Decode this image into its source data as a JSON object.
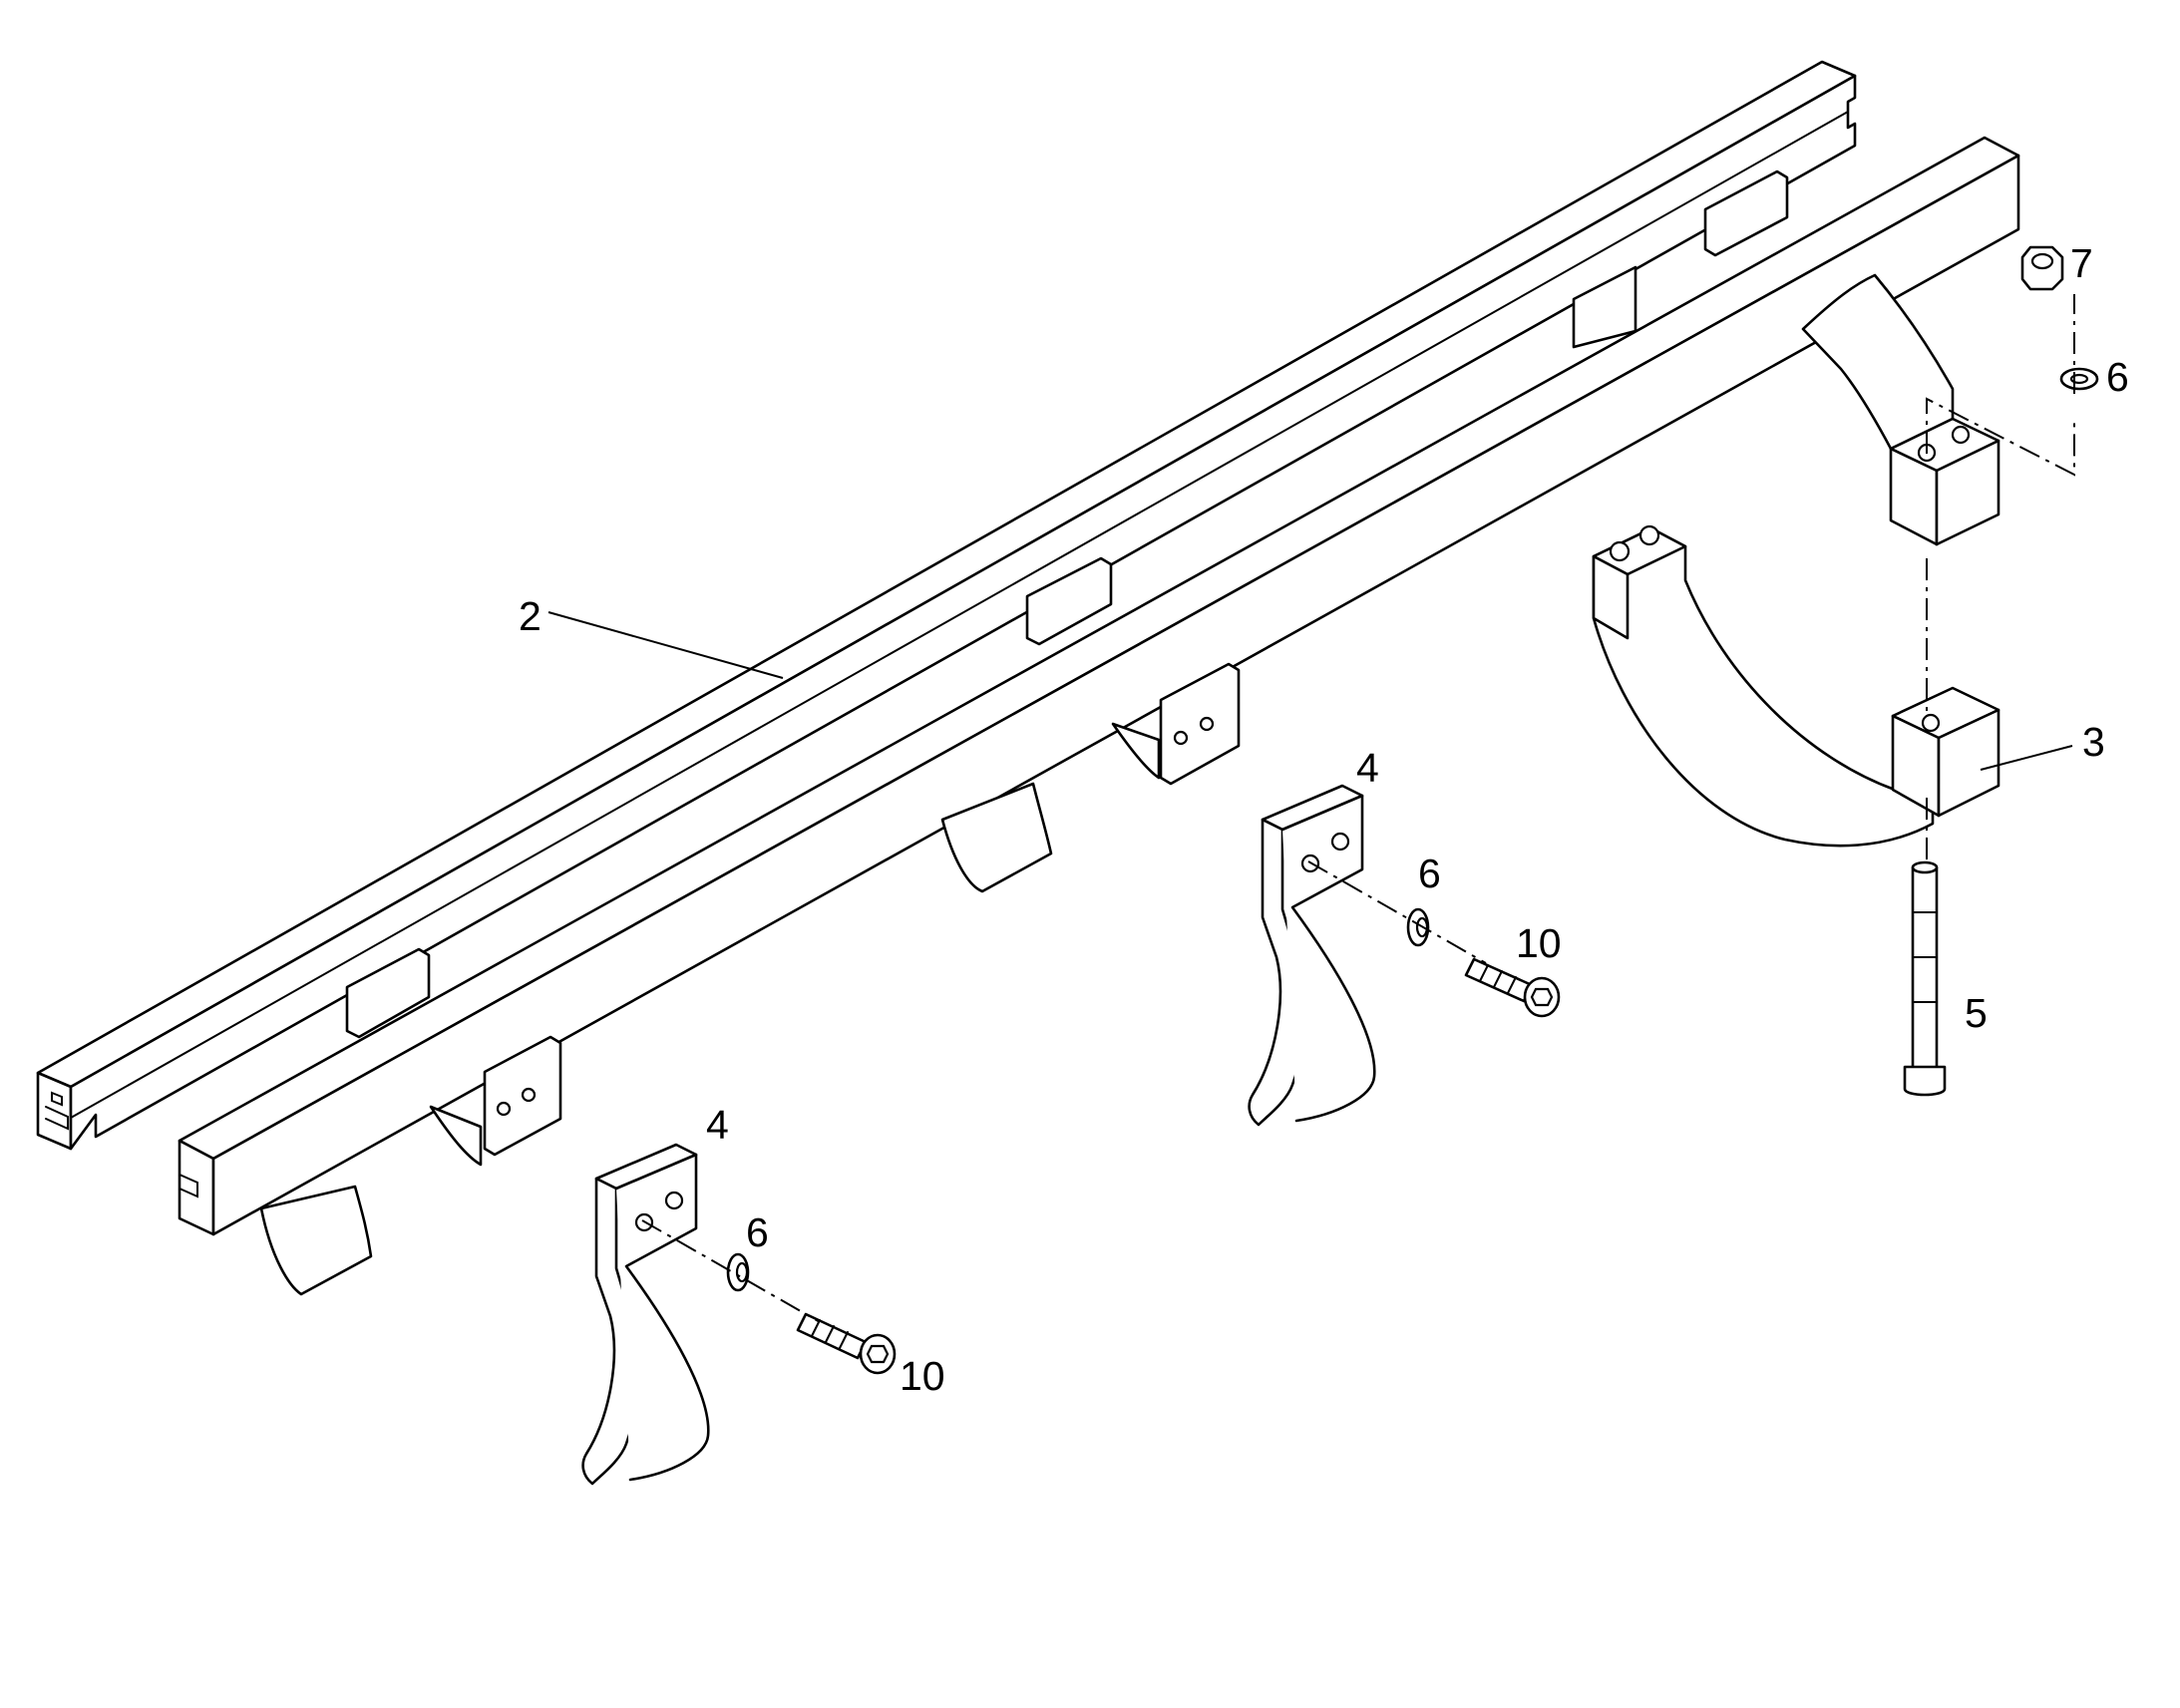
{
  "callouts": {
    "rail": "2",
    "clamp": "3",
    "bracket_center": "4",
    "bracket_left": "4",
    "bolt_long": "5",
    "washer_top": "6",
    "washer_center": "6",
    "washer_left": "6",
    "nut": "7",
    "screw_center": "10",
    "screw_left": "10"
  }
}
